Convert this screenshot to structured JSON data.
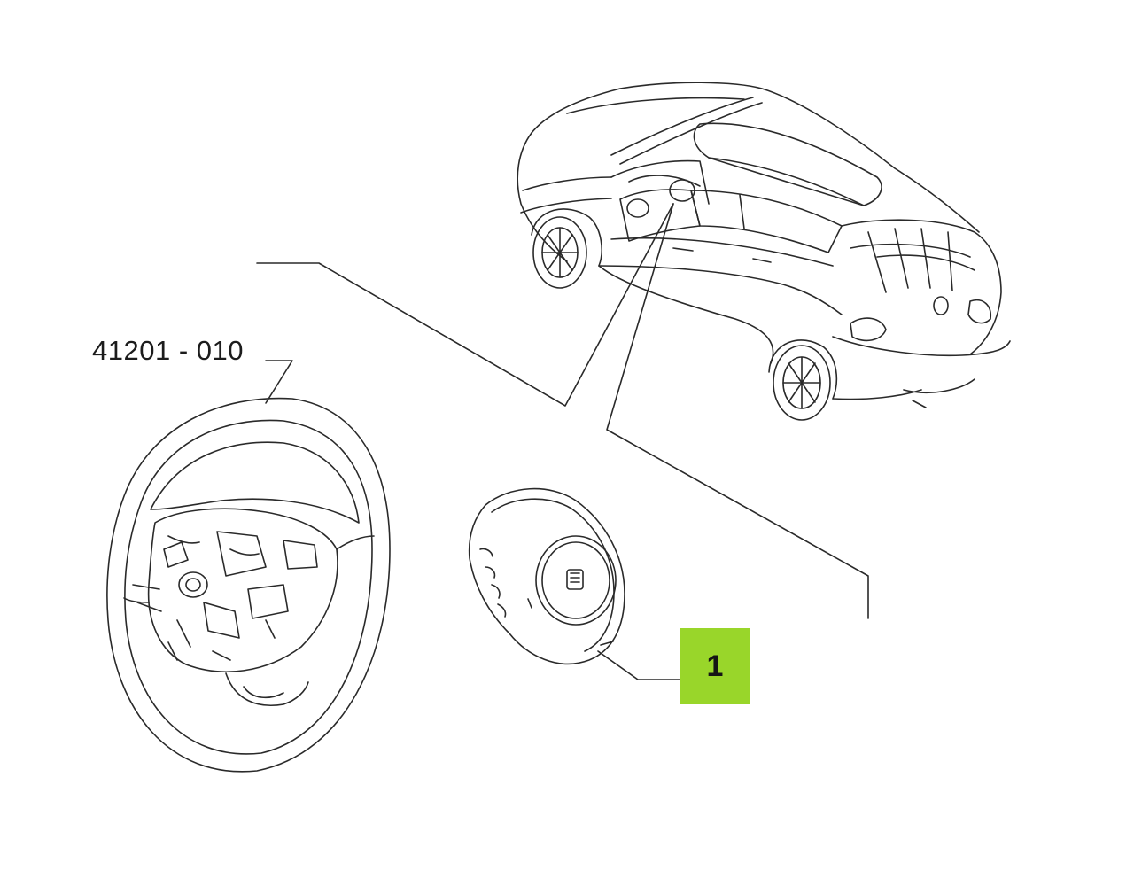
{
  "diagram": {
    "part_reference": "41201 - 010",
    "callout_number": "1",
    "colors": {
      "line": "#2a2a2a",
      "callout_fill": "#99d62a",
      "background": "#ffffff"
    },
    "components": [
      "vehicle-illustration",
      "steering-wheel-illustration",
      "airbag-module-illustration"
    ]
  }
}
